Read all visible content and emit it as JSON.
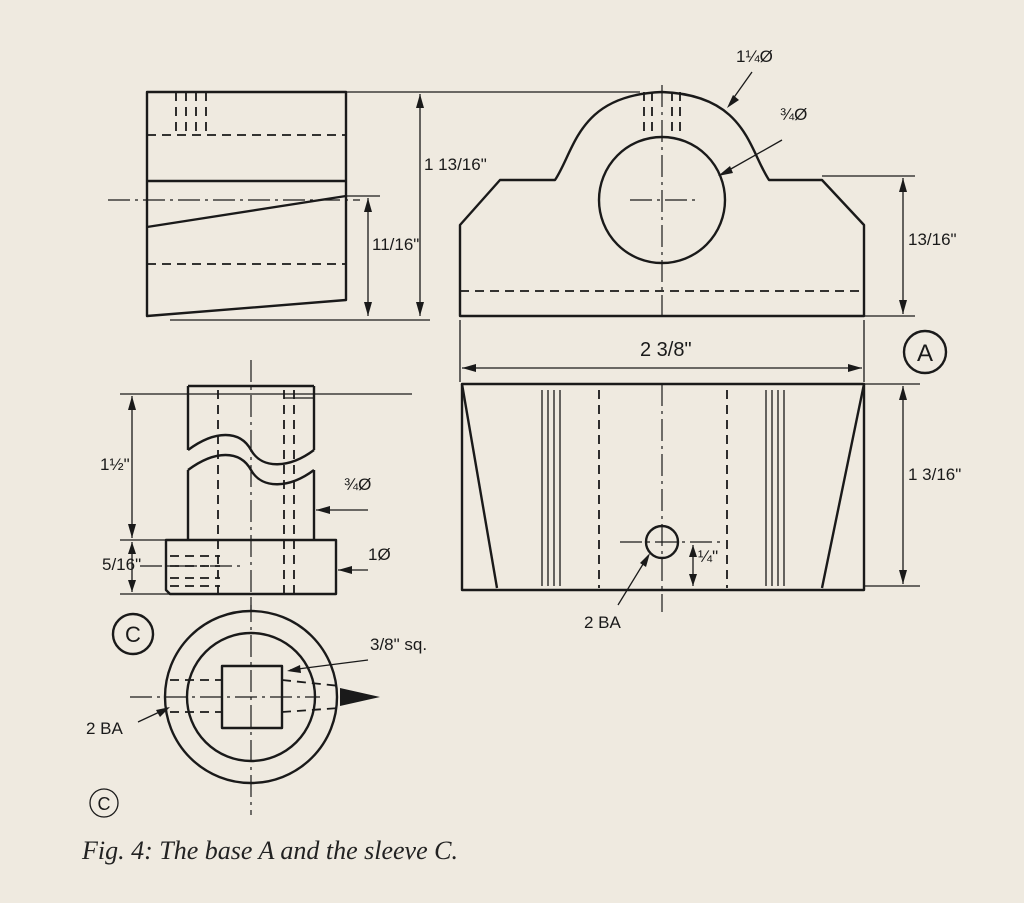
{
  "figure": {
    "caption": "Fig. 4: The base A and the sleeve C.",
    "label_base": "A",
    "label_sleeve": "C",
    "label_sleeve_bottom": "C",
    "annotations": {
      "boss_dia": "1¼Ø",
      "bore_dia": "¾Ø",
      "height_total": "1 13/16\"",
      "height_wedge": "11/16\"",
      "height_shoulder": "13/16\"",
      "width_base": "2 3/8\"",
      "depth_base": "1 3/16\"",
      "hole_height": "¼\"",
      "tapping_base": "2 BA",
      "sleeve_length": "1½\"",
      "sleeve_shank_dia": "¾Ø",
      "sleeve_flange_dia": "1Ø",
      "sleeve_flange_thick": "5/16\"",
      "square_size": "3/8\" sq.",
      "tapping_sleeve": "2 BA"
    }
  },
  "colors": {
    "paper": "#efeae0",
    "ink": "#1a1a1a"
  }
}
